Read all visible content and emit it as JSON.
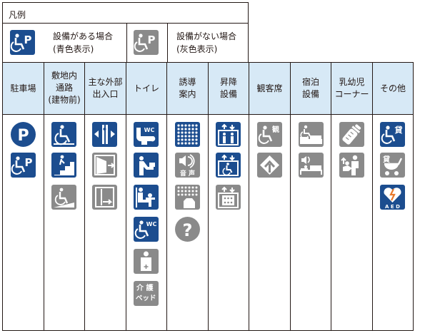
{
  "legend": {
    "title": "凡例",
    "available_line1": "設備がある場合",
    "available_line2": "(青色表示)",
    "unavailable_line1": "設備がない場合",
    "unavailable_line2": "(灰色表示)"
  },
  "columns": [
    {
      "line1": "駐車場"
    },
    {
      "line1": "敷地内",
      "line2": "通路",
      "line3": "(建物前)"
    },
    {
      "line1": "主な外部",
      "line2": "出入口"
    },
    {
      "line1": "トイレ"
    },
    {
      "line1": "誘導",
      "line2": "案内"
    },
    {
      "line1": "昇降",
      "line2": "設備"
    },
    {
      "line1": "観客席"
    },
    {
      "line1": "宿泊",
      "line2": "設備"
    },
    {
      "line1": "乳幼児",
      "line2": "コーナー"
    },
    {
      "line1": "その他"
    }
  ],
  "icon_text": {
    "p": "P",
    "wc": "WC",
    "sound": "音 声",
    "question": "?",
    "bed1": "介 護",
    "bed2": "ベッド",
    "kan": "観",
    "kashi": "貸",
    "aed": "A E D"
  },
  "colors": {
    "available": "#1c4d8f",
    "unavailable": "#8a8a8a",
    "header": "#d7e9f6"
  }
}
